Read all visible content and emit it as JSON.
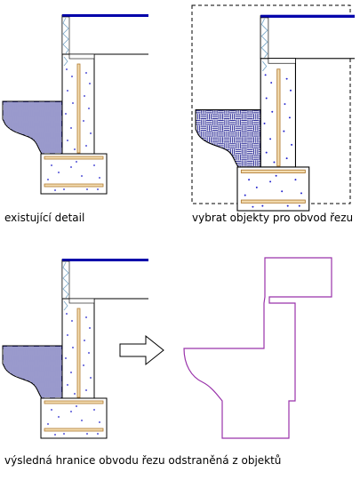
{
  "captions": {
    "existing": "existující detail",
    "select": "vybrat objekty pro obvod řezu",
    "result": "výsledná hranice obvodu řezu odstraněná z objektů"
  },
  "icons": {
    "arrow": "right-arrow-icon"
  },
  "colors": {
    "line": "#000000",
    "slab_top": "#0000aa",
    "dots": "#2222cc",
    "rebar": "#b07a30",
    "outline": "#9933aa",
    "hatch": "#000080",
    "insulation": "#7aa8c8"
  }
}
